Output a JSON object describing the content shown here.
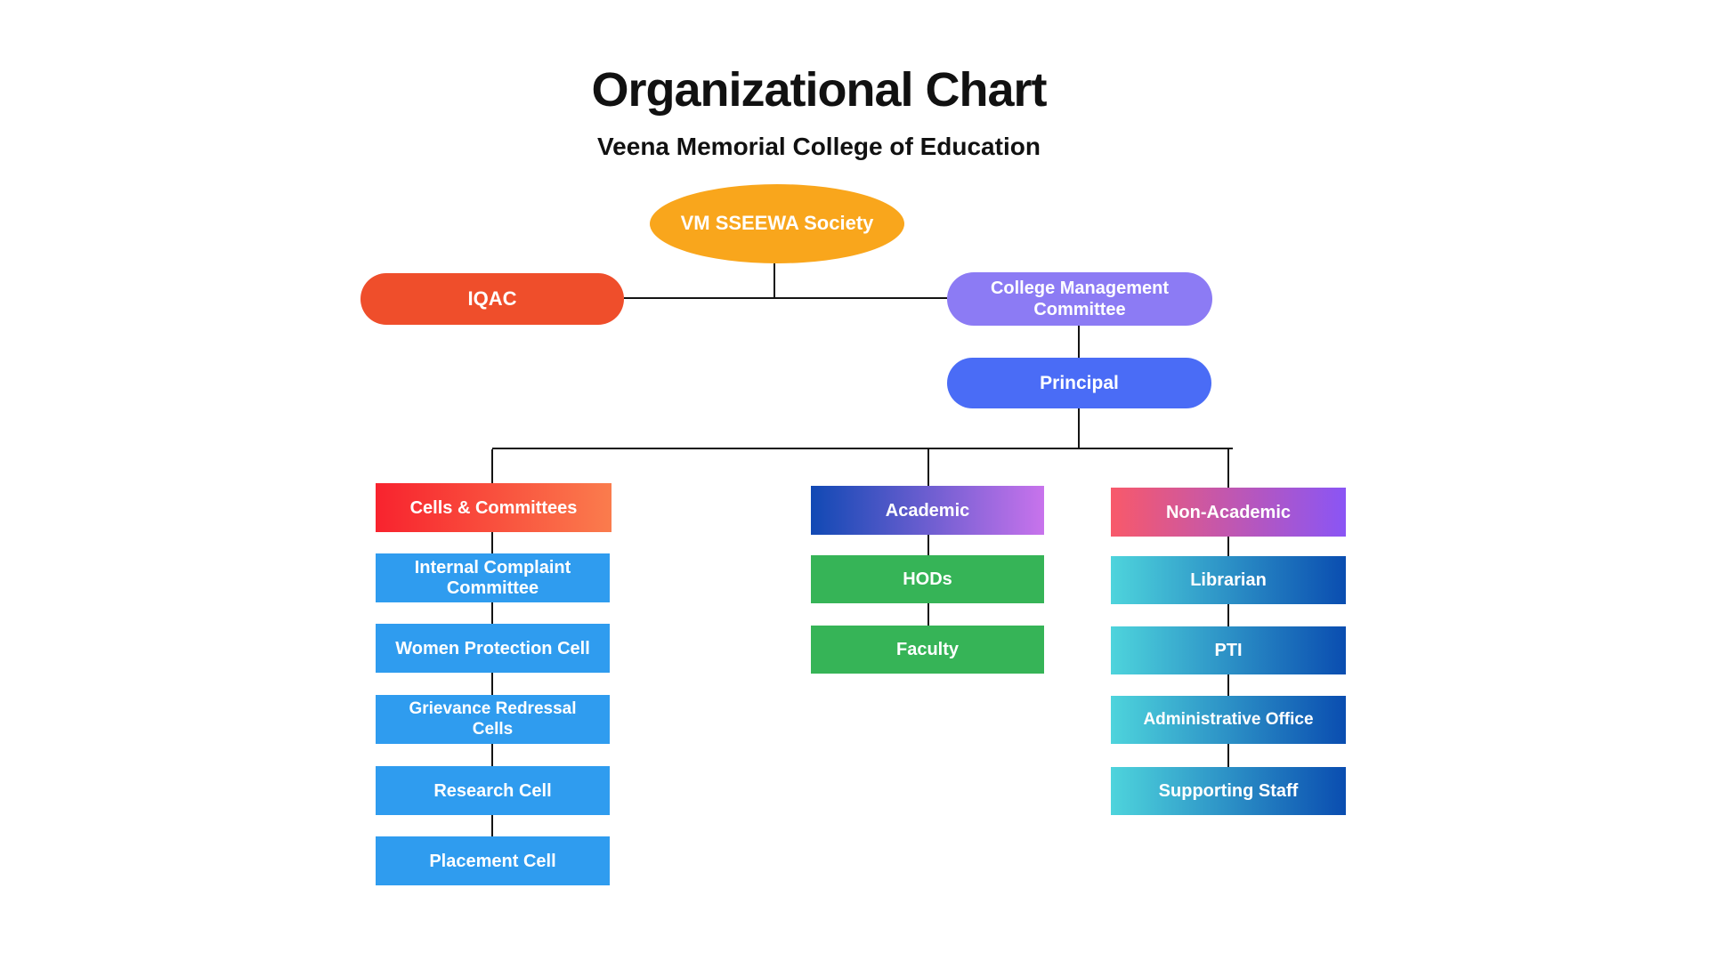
{
  "title": "Organizational Chart",
  "subtitle": "Veena Memorial College of Education",
  "background": "#FFFFFF",
  "connector_color": "#141414",
  "nodes": {
    "society": {
      "label": "VM SSEEWA Society",
      "shape": "ellipse",
      "color": "#F9A61C"
    },
    "iqac": {
      "label": "IQAC",
      "shape": "pill",
      "color": "#EF4E2B"
    },
    "management": {
      "label": "College Management Committee",
      "shape": "pill",
      "color": "#8C7BF4"
    },
    "principal": {
      "label": "Principal",
      "shape": "pill",
      "color": "#4A6CF6"
    }
  },
  "branches": [
    {
      "label": "Cells & Committees",
      "header_gradient": [
        "#F8232E",
        "#FA7C4D"
      ],
      "child_color": "#2F9CEF",
      "children": [
        "Internal Complaint Committee",
        "Women Protection Cell",
        "Grievance Redressal Cells",
        "Research Cell",
        "Placement Cell"
      ]
    },
    {
      "label": "Academic",
      "header_gradient": [
        "#1149B4",
        "#C873EC"
      ],
      "child_color": "#36B457",
      "children": [
        "HODs",
        "Faculty"
      ]
    },
    {
      "label": "Non-Academic",
      "header_gradient": [
        "#F8596A",
        "#8A55F5"
      ],
      "child_gradient": [
        "#4ED4DC",
        "#0A4DB0"
      ],
      "children": [
        "Librarian",
        "PTI",
        "Administrative Office",
        "Supporting Staff"
      ]
    }
  ]
}
